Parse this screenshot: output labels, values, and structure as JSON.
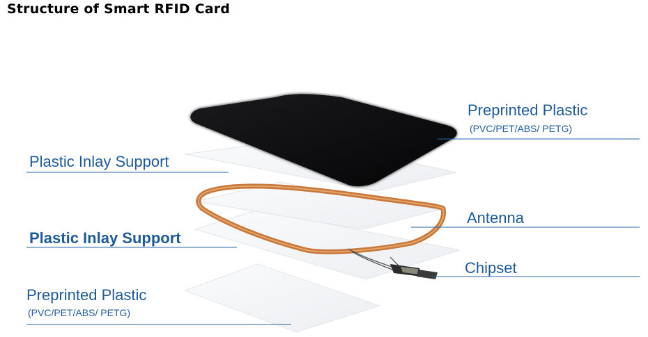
{
  "title": "Structure of Smart RFID Card",
  "colors": {
    "label_text": "#1f5b9c",
    "leader_line": "#2a64a8",
    "card_black": "#0d0d0f",
    "layer_white": "#f3f4f6",
    "antenna_copper": "#c9773a"
  },
  "labels": {
    "top_right_main": "Preprinted Plastic",
    "top_right_sub": "(PVC/PET/ABS/ PETG)",
    "upper_left": "Plastic Inlay Support",
    "antenna": "Antenna",
    "middle_left": "Plastic Inlay Support",
    "chipset": "Chipset",
    "bottom_left_main": "Preprinted Plastic",
    "bottom_left_sub": "(PVC/PET/ABS/ PETG)"
  }
}
